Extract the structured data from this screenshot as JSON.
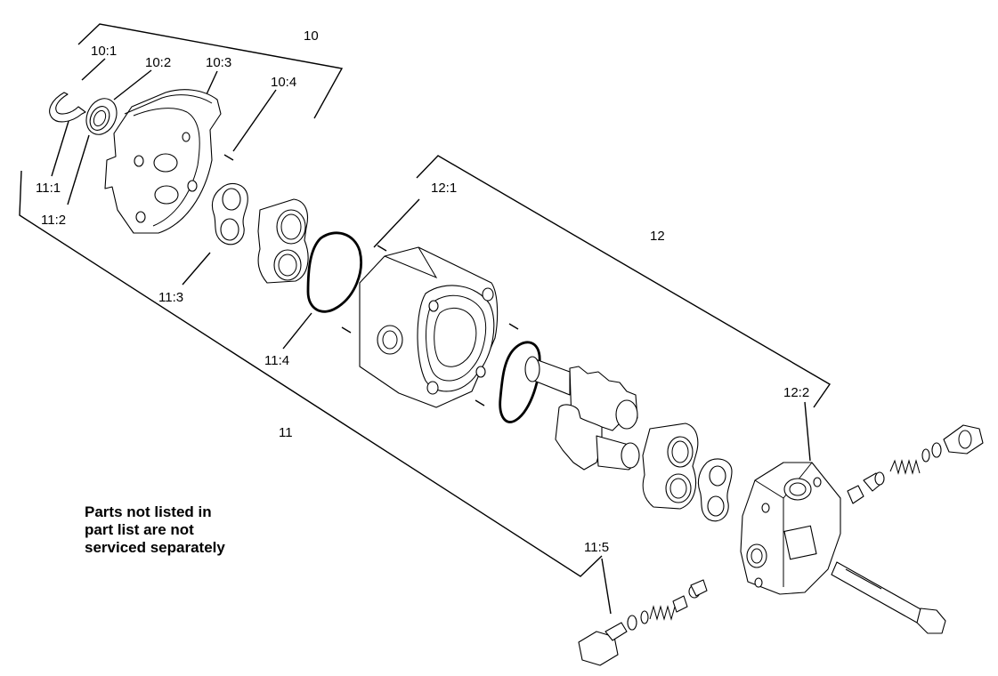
{
  "labels": {
    "l10": "10",
    "l10_1": "10:1",
    "l10_2": "10:2",
    "l10_3": "10:3",
    "l10_4": "10:4",
    "l11": "11",
    "l11_1": "11:1",
    "l11_2": "11:2",
    "l11_3": "11:3",
    "l11_4": "11:4",
    "l11_5": "11:5",
    "l12": "12",
    "l12_1": "12:1",
    "l12_2": "12:2"
  },
  "note": {
    "line1": "Parts not listed in",
    "line2": "part list are not",
    "line3": "serviced separately"
  }
}
